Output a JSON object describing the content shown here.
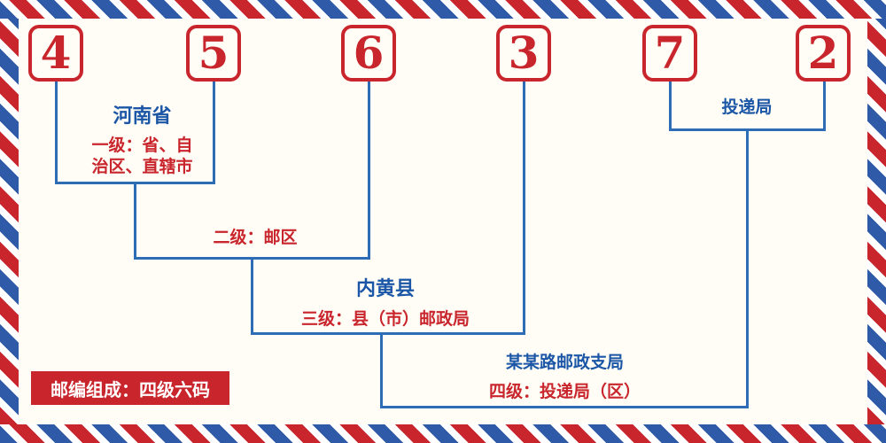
{
  "colors": {
    "red": "#c9252c",
    "line_blue": "#2e6cb5",
    "text_blue": "#1b57a6",
    "background": "#fffdf6",
    "footer_bg": "#c9252c",
    "footer_text": "#ffffff"
  },
  "digits": [
    "4",
    "5",
    "6",
    "3",
    "7",
    "2"
  ],
  "level1": {
    "title": "河南省",
    "desc_lines": [
      "一级：省、自",
      "治区、直辖市"
    ]
  },
  "level2": {
    "desc": "二级：邮区"
  },
  "level3": {
    "title": "内黄县",
    "desc": "三级：县（市）邮政局"
  },
  "level4": {
    "top_label": "投递局",
    "title": "某某路邮政支局",
    "desc": "四级：投递局（区）"
  },
  "footer": {
    "text": "邮编组成：四级六码"
  }
}
